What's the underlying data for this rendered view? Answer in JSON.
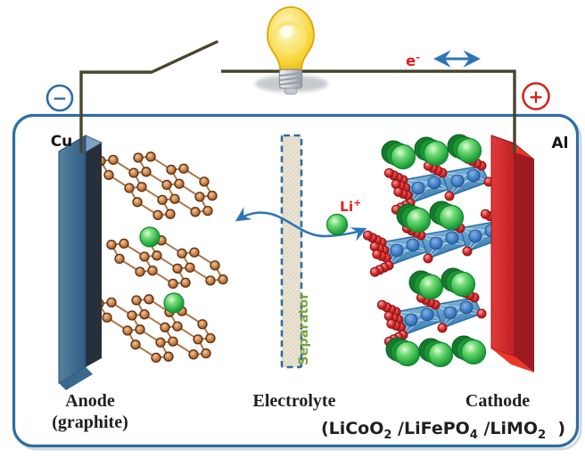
{
  "circuit": {
    "electron_label": "e",
    "electron_sup": "-",
    "negative_symbol": "−",
    "positive_symbol": "+"
  },
  "anode": {
    "collector_label": "Cu",
    "caption_line1": "Anode",
    "caption_line2": "(graphite)"
  },
  "cathode": {
    "collector_label": "Al",
    "caption": "Cathode",
    "formula_parts": [
      "(LiCoO",
      "2",
      " /LiFePO",
      "4",
      " /LiMO",
      "2",
      "  )"
    ]
  },
  "separator": {
    "label": "Separator"
  },
  "electrolyte": {
    "caption": "Electrolyte",
    "ion_label": "Li",
    "ion_sup": "+"
  },
  "colors": {
    "container_border": "#2e6da4",
    "wire": "#49442f",
    "negative_terminal": "#2e6da4",
    "positive_terminal": "#d42323",
    "electron_red": "#e01f1f",
    "arrow_blue": "#2e75b6",
    "lithium_green": "#2aa83c",
    "carbon_brown": "#b06a35",
    "carbon_bond": "#a8703f",
    "cu_front": "#3e6b95",
    "cu_side": "#262f3a",
    "cu_top": "#7ba3c4",
    "al_front": "#d5262d",
    "al_side": "#9e1b22",
    "al_bright": "#ee3528",
    "slab_edge": "#2a6ea8",
    "oxygen_red": "#cf2222",
    "separator_fill": "#eae3d2",
    "separator_label_green": "#7da23c",
    "bulb_yellow": "#f5cc1e",
    "caption_text": "#1f1f1f"
  }
}
